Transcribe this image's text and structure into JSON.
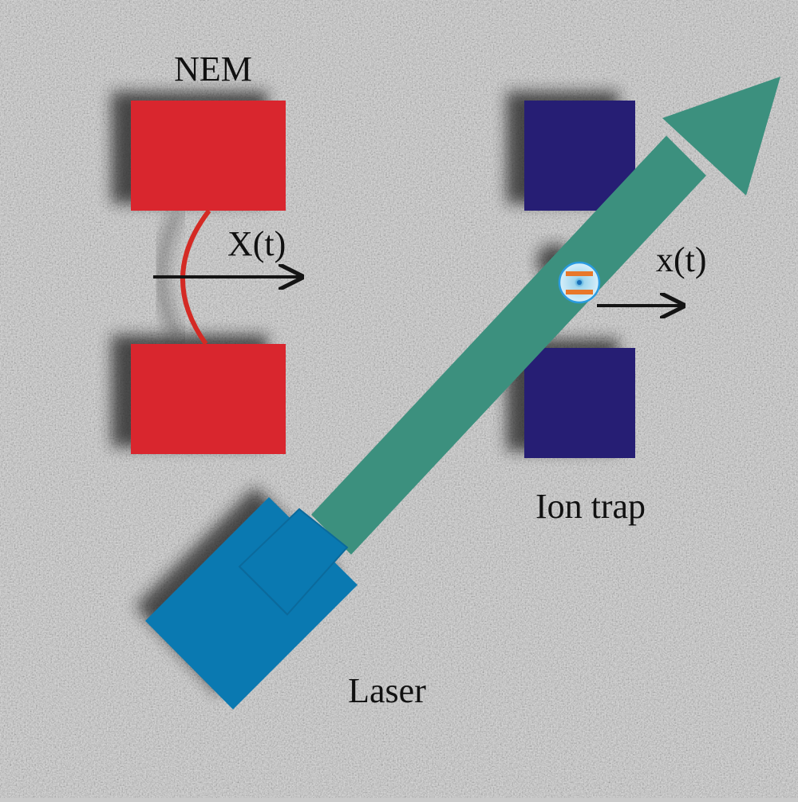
{
  "labels": {
    "nem": "NEM",
    "nem_displacement": "X(t)",
    "ion_displacement": "x(t)",
    "ion_trap": "Ion trap",
    "laser": "Laser"
  },
  "colors": {
    "background": "#c9c9c9",
    "nem_electrode": "#d9262e",
    "nem_beam": "#d42a24",
    "ion_trap_electrode": "#261e74",
    "laser_body": "#0a79b1",
    "laser_beam": "#3c907e",
    "ion_bars": "#e8782a",
    "ion_glow": "#bfe3f3",
    "ion_ring": "#2a9be0",
    "arrow": "#141414"
  },
  "icons": {
    "ion": "trapped-ion-icon",
    "laser": "laser-icon"
  }
}
